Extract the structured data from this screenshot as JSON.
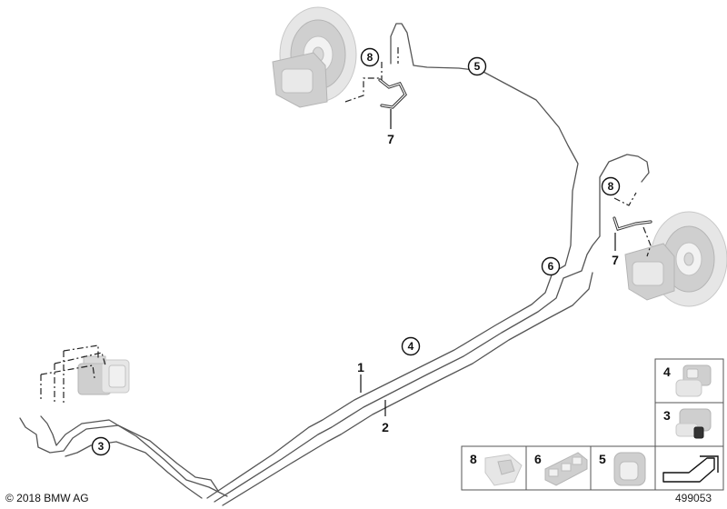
{
  "callouts": {
    "circled": [
      "8",
      "5",
      "6",
      "8",
      "4",
      "3"
    ],
    "plain": [
      "7",
      "7",
      "1",
      "2"
    ]
  },
  "legend": {
    "items": [
      "4",
      "3",
      "8",
      "6",
      "5"
    ]
  },
  "footer": {
    "copyright": "© 2018 BMW AG",
    "diagram_id": "499053"
  }
}
